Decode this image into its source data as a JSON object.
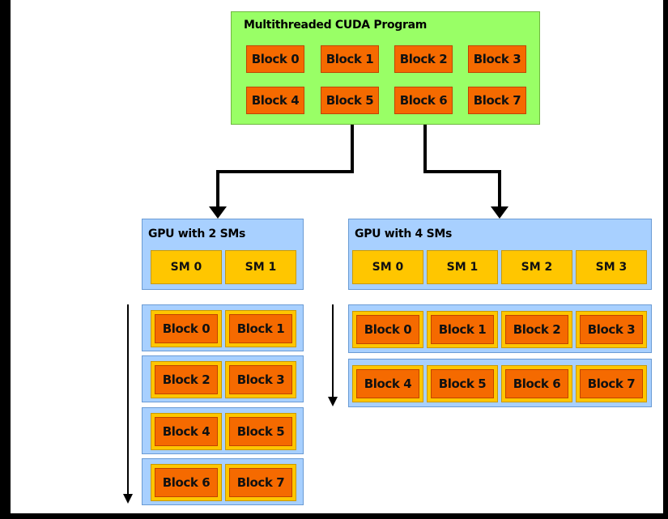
{
  "program": {
    "title": "Multithreaded CUDA Program",
    "blocks": [
      "Block 0",
      "Block 1",
      "Block 2",
      "Block 3",
      "Block 4",
      "Block 5",
      "Block 6",
      "Block 7"
    ]
  },
  "gpu2": {
    "title": "GPU with 2 SMs",
    "sms": [
      "SM 0",
      "SM 1"
    ],
    "rows": [
      [
        "Block 0",
        "Block 1"
      ],
      [
        "Block 2",
        "Block 3"
      ],
      [
        "Block 4",
        "Block 5"
      ],
      [
        "Block 6",
        "Block 7"
      ]
    ]
  },
  "gpu4": {
    "title": "GPU with 4 SMs",
    "sms": [
      "SM 0",
      "SM 1",
      "SM 2",
      "SM 3"
    ],
    "rows": [
      [
        "Block 0",
        "Block 1",
        "Block 2",
        "Block 3"
      ],
      [
        "Block 4",
        "Block 5",
        "Block 6",
        "Block 7"
      ]
    ]
  },
  "colors": {
    "program_bg": "#99ff66",
    "gpu_bg": "#a8d0ff",
    "block": "#f56a00",
    "sm": "#ffc600"
  }
}
